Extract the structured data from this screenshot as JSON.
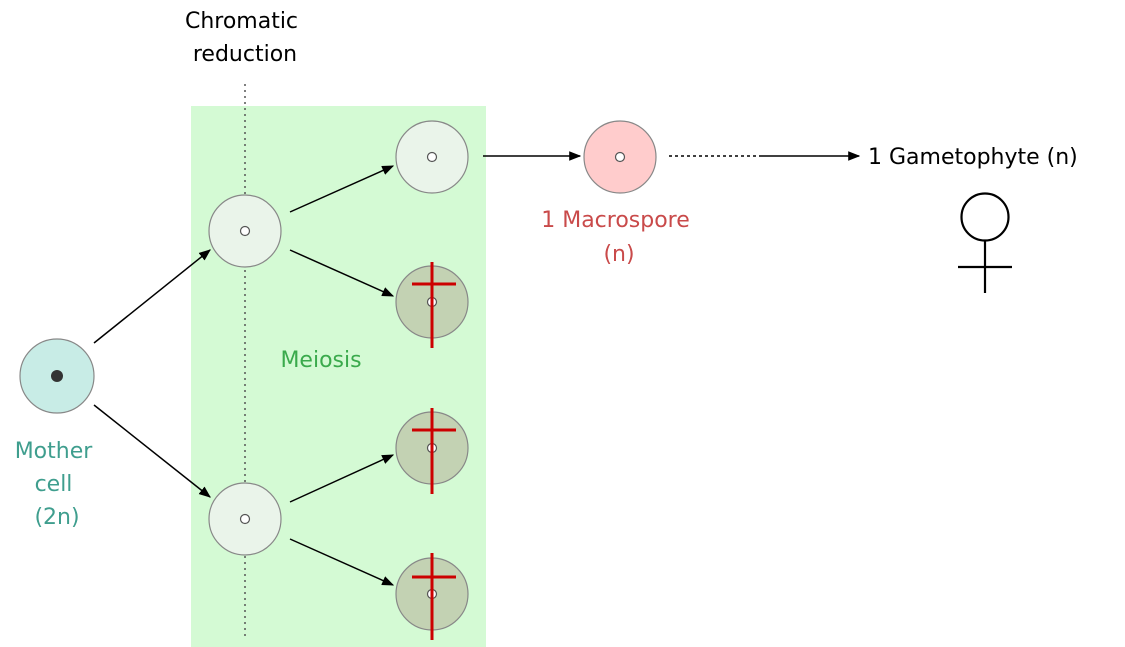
{
  "colors": {
    "meiosis_band": "#d4fad4",
    "mother_cell_fill": "#c8ece6",
    "mother_text": "#3f9e8e",
    "meiosis_text": "#3aaa4c",
    "macrospore_fill": "#ffcccc",
    "macrospore_text": "#c94a4a",
    "cell_fill": "#eaf4ea",
    "dead_cell_fill": "#c3d2b3",
    "cross": "#cc0000",
    "arrow": "#000000"
  },
  "labels": {
    "chromatic_reduction": [
      "Chromatic",
      "reduction"
    ],
    "meiosis": "Meiosis",
    "mother_cell": [
      "Mother",
      "cell",
      "(2n)"
    ],
    "macrospore": [
      "1 Macrospore",
      "(n)"
    ],
    "gametophyte": "1 Gametophyte (n)",
    "female_symbol": "female-symbol"
  }
}
